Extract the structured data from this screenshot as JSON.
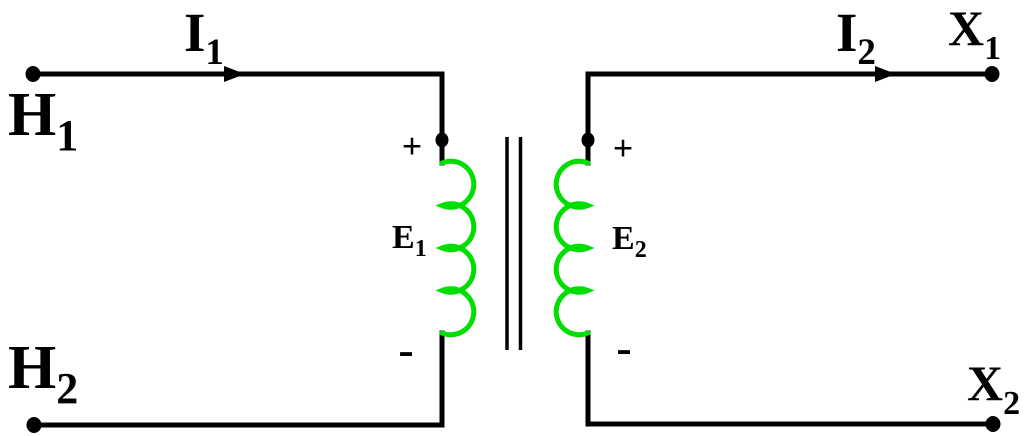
{
  "diagram": {
    "labels": {
      "h1": {
        "main": "H",
        "sub": "1"
      },
      "h2": {
        "main": "H",
        "sub": "2"
      },
      "x1": {
        "main": "X",
        "sub": "1"
      },
      "x2": {
        "main": "X",
        "sub": "2"
      },
      "i1": {
        "main": "I",
        "sub": "1"
      },
      "i2": {
        "main": "I",
        "sub": "2"
      },
      "e1": {
        "main": "E",
        "sub": "1"
      },
      "e2": {
        "main": "E",
        "sub": "2"
      }
    },
    "polarity": {
      "primary_plus": "+",
      "primary_minus": "-",
      "secondary_plus": "+",
      "secondary_minus": "-"
    },
    "colors": {
      "wire": "#000000",
      "winding": "#00dd00",
      "background": "#ffffff"
    }
  }
}
